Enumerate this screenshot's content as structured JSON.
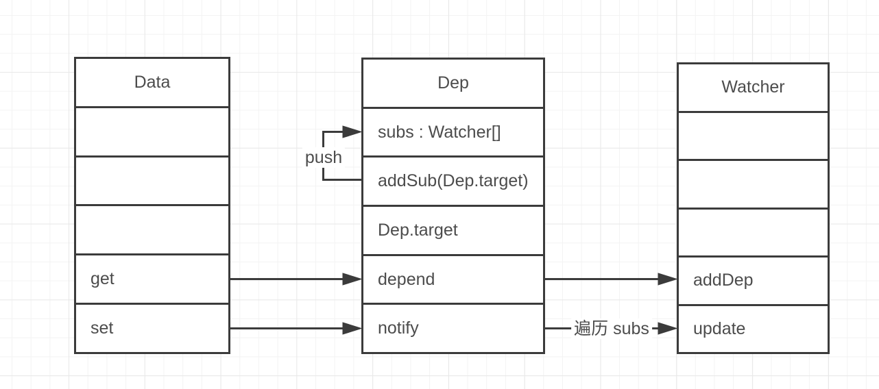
{
  "diagram": {
    "title_hint": "Vue reactivity dependency diagram",
    "colors": {
      "line": "#3b3b3b",
      "text": "#4c4c4c",
      "background": "#ffffff",
      "grid_minor": "#f3f3f3",
      "grid_major": "#e8e8e8"
    },
    "classes": [
      {
        "id": "data",
        "title": "Data",
        "rows": [
          "",
          "",
          "",
          "get",
          "set"
        ]
      },
      {
        "id": "dep",
        "title": "Dep",
        "rows": [
          "subs : Watcher[]",
          "addSub(Dep.target)",
          "Dep.target",
          "depend",
          "notify"
        ]
      },
      {
        "id": "watcher",
        "title": "Watcher",
        "rows": [
          "",
          "",
          "",
          "addDep",
          "update"
        ]
      }
    ],
    "edges": [
      {
        "from": "Data.get",
        "to": "Dep.depend",
        "label": ""
      },
      {
        "from": "Data.set",
        "to": "Dep.notify",
        "label": ""
      },
      {
        "from": "Dep.depend",
        "to": "Watcher.addDep",
        "label": ""
      },
      {
        "from": "Dep.notify",
        "to": "Watcher.update",
        "label": "遍历 subs"
      },
      {
        "from": "Dep.addSub(Dep.target)",
        "to": "Dep.subs",
        "label": "push"
      }
    ]
  }
}
